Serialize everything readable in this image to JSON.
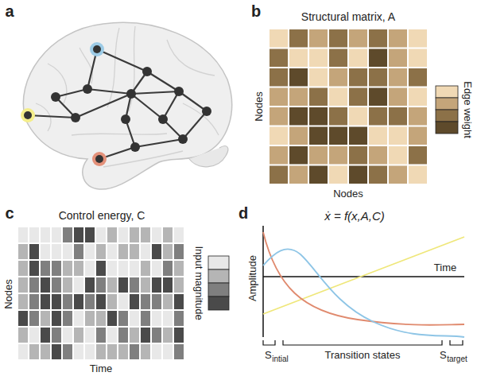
{
  "diagram": {
    "labels": [
      "a",
      "b",
      "Structural matrix, A",
      "Nodes",
      "Nodes",
      "Edge weight",
      "c",
      "Control energy, C",
      "Nodes",
      "Time",
      "Input magnitude",
      "d",
      "ẋ = f(x,A,C)",
      "Amplitude",
      "Time",
      "S",
      "intial",
      "Transition states",
      "S",
      "target"
    ]
  }
}
